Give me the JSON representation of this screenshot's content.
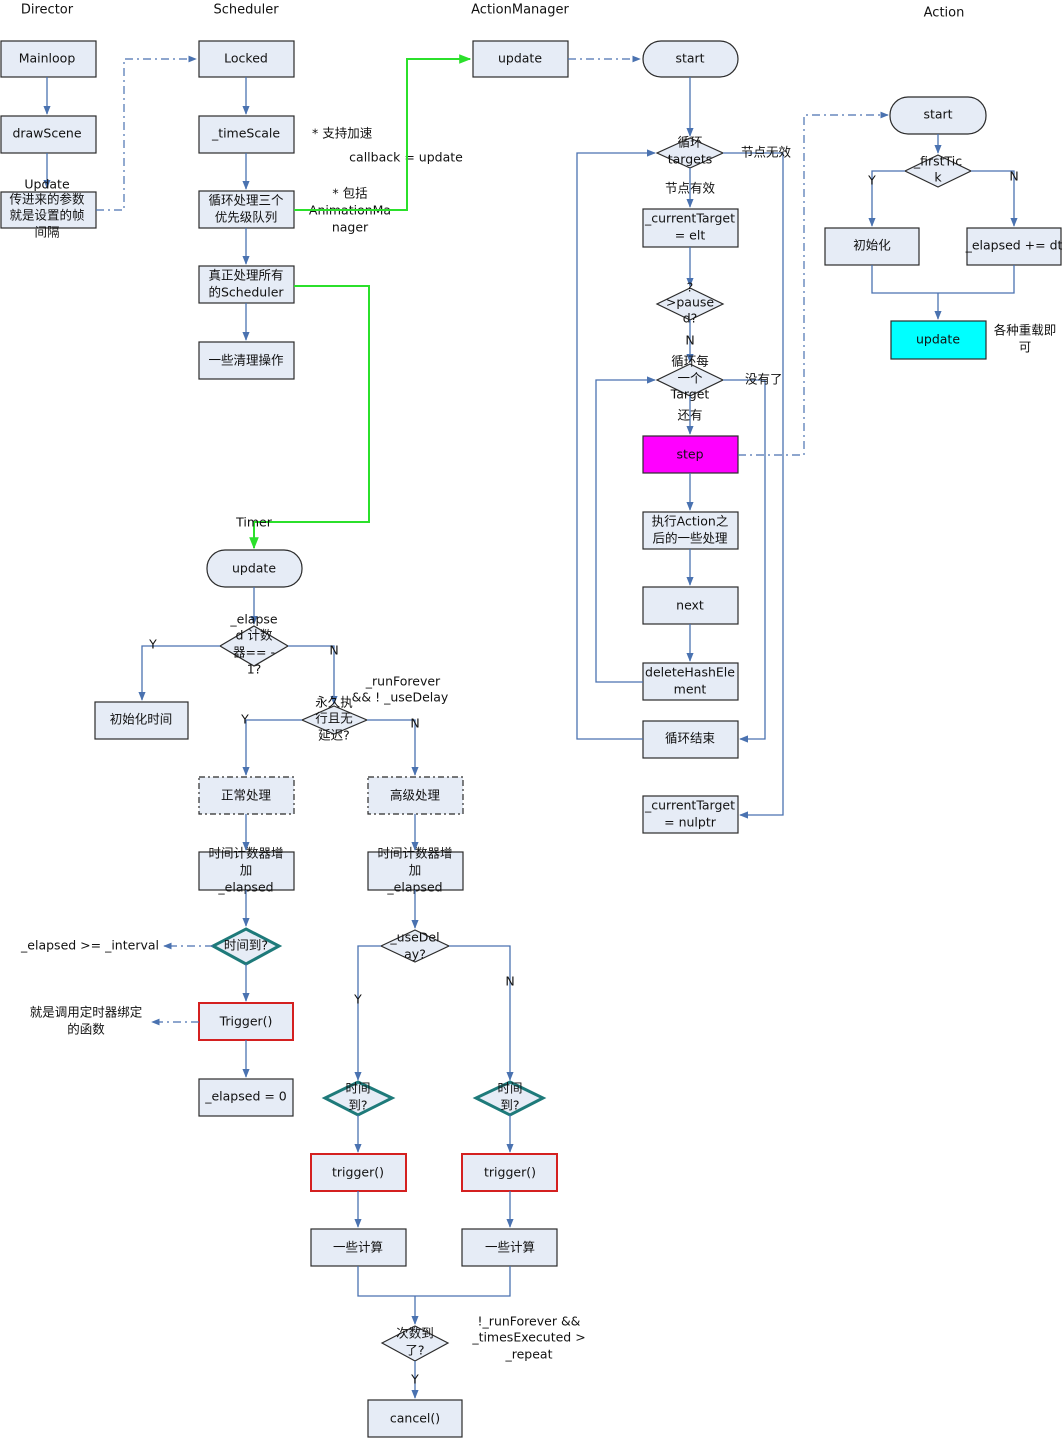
{
  "columns": {
    "director": "Director",
    "scheduler": "Scheduler",
    "action_manager": "ActionManager",
    "action": "Action"
  },
  "director": {
    "mainloop": "Mainloop",
    "draw_scene": "drawScene",
    "update_label": "Update",
    "update_desc": [
      "传进来的参数",
      "就是设置的帧",
      "间隔"
    ]
  },
  "scheduler": {
    "locked": "Locked",
    "time_scale": "_timeScale",
    "time_scale_note": "* 支持加速",
    "loop_queues": [
      "循环处理三个",
      "优先级队列"
    ],
    "include_note": [
      "* 包括",
      "AnimationMa",
      "nager"
    ],
    "callback_note": "callback = update",
    "real_process": [
      "真正处理所有",
      "的Scheduler"
    ],
    "cleanup": "一些清理操作"
  },
  "timer": {
    "title": "Timer",
    "update": "update",
    "elapsed_check": [
      "_elapse",
      "d 计数",
      "器== -",
      "1?"
    ],
    "yes": "Y",
    "no": "N",
    "init_time": "初始化时间",
    "run_forever_note": [
      "_runForever",
      "&& ! _useDelay"
    ],
    "forever_check": [
      "永久执",
      "行且无",
      "延迟?"
    ],
    "normal": "正常处理",
    "advanced": "高级处理",
    "incr_left": [
      "时间计数器增",
      "加",
      "_elapsed"
    ],
    "incr_right": [
      "时间计数器增",
      "加",
      "_elapsed"
    ],
    "time_up": "时间到?",
    "interval_note": "_elapsed >= _interval",
    "trigger_left": "Trigger()",
    "trigger_note": [
      "就是调用定时器绑定",
      "的函数"
    ],
    "reset": "_elapsed = 0",
    "use_delay": [
      "_useDel",
      "ay?"
    ],
    "time_up_y": [
      "时间",
      "到?"
    ],
    "time_up_n": [
      "时间",
      "到?"
    ],
    "trigger_y": "trigger()",
    "trigger_n": "trigger()",
    "calc_y": "一些计算",
    "calc_n": "一些计算",
    "count_check": [
      "次数到",
      "了?"
    ],
    "repeat_note": [
      "!_runForever &&",
      "_timesExecuted >",
      "_repeat"
    ],
    "cancel": "cancel()"
  },
  "action_manager": {
    "update": "update",
    "start": "start",
    "loop_targets": [
      "循环",
      "targets"
    ],
    "node_invalid": "节点无效",
    "node_valid": "节点有效",
    "current_target": [
      "_currentTarget",
      "= elt"
    ],
    "paused": [
      "?",
      ">pause",
      "d?"
    ],
    "paused_n": "N",
    "loop_each": [
      "循环每",
      "一个",
      "Target"
    ],
    "none_left": "没有了",
    "has_more": "还有",
    "step": "step",
    "after_action": [
      "执行Action之",
      "后的一些处理"
    ],
    "next": "next",
    "delete_hash": [
      "deleteHashEle",
      "ment"
    ],
    "loop_end": "循环结束",
    "current_null": [
      "_currentTarget",
      "= nulptr"
    ]
  },
  "action": {
    "start": "start",
    "first_tick": [
      "_firstTic",
      "k"
    ],
    "yes": "Y",
    "no": "N",
    "init": "初始化",
    "elapsed_add": "_elapsed += dt",
    "update": "update",
    "overload_note": [
      "各种重载即",
      "可"
    ]
  },
  "colors": {
    "box_fill": "#e6ecf6",
    "flow": "#4a72b0",
    "green_link": "#2be02b",
    "step_fill": "#ff00ff",
    "update_fill": "#00ffff",
    "trigger_border": "#d42020",
    "diamond_teal": "#1e7a7a"
  }
}
